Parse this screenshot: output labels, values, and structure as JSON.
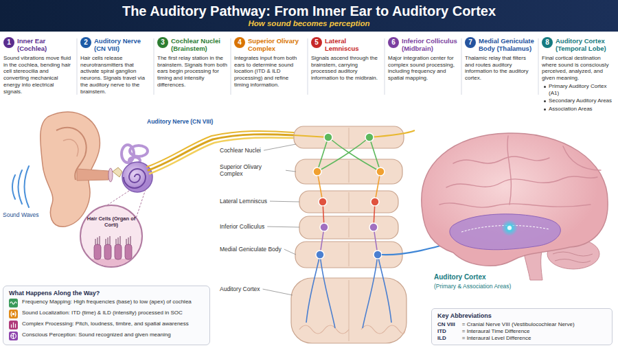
{
  "diagram": {
    "title": "The Auditory Pathway: From Inner Ear to Auditory Cortex",
    "nodes": [
      {
        "text": [
          "1",
          "Inner Ear (Cochlea)",
          "Sound vibrations move fluid in the cochlea, bending hair cell stereocilia and converting mechanical energy into electrical signals."
        ]
      },
      {
        "text": [
          "2",
          "Auditory Nerve (CN VIII)",
          "Hair cells release neurotransmitters that activate spiral ganglion neurons. Signals travel via the auditory nerve to the brainstem."
        ]
      },
      {
        "text": [
          "3",
          "Cochlear Nuclei (Brainstem)",
          "The first relay station in the brainstem. Signals from both ears begin processing for timing and intensity differences."
        ]
      },
      {
        "text": [
          "4",
          "Superior Olivary Complex",
          "Integrates input from both ears to determine sound location (ITD & ILD processing) and refine timing information."
        ]
      },
      {
        "text": [
          "5",
          "Lateral Lemniscus",
          "Signals ascend through the brainstem, carrying processed auditory information to the midbrain."
        ]
      },
      {
        "text": [
          "6",
          "Inferior Colliculus (Midbrain)",
          "Major integration center for complex sound processing, including frequency and spatial mapping."
        ]
      },
      {
        "text": [
          "7",
          "Medial Geniculate Body (Thalamus)",
          "Thalamic relay that filters and routes auditory information to the auditory cortex."
        ]
      },
      {
        "text": [
          "8",
          "Auditory Cortex (Temporal Lobe)",
          "Final cortical destination where sound is consciously perceived, analyzed, and given meaning.",
          "Primary Auditory Cortex (A1)",
          "Secondary Auditory Areas",
          "Association Areas"
        ]
      },
      {
        "text": [
          "Key Abbreviations",
          "CN VIII",
          "= Cranial Nerve VIII (Vestibulocochlear Nerve)",
          "ITD",
          "= Interaural Time Difference",
          "ILD",
          "= Interaural Level Difference"
        ]
      }
    ],
    "labels": [
      "How sound becomes perception",
      "Sound Waves",
      "Auditory Nerve (CN VIII)",
      "Hair Cells (Organ of Corti)",
      "Cochlear Nuclei",
      "Superior Olivary Complex",
      "Lateral Lemniscus",
      "Inferior Colliculus",
      "Medial Geniculate Body",
      "Auditory Cortex",
      "Auditory Cortex",
      "(Primary & Association Areas)",
      "What Happens Along the Way?"
    ],
    "legend": [
      {
        "text": "Frequency Mapping: High frequencies (base) to low (apex) of cochlea"
      },
      {
        "text": "Sound Localization: ITD (time) & ILD (intensity) processed in SOC"
      },
      {
        "text": "Complex Processing: Pitch, loudness, timbre, and spatial awareness"
      },
      {
        "text": "Conscious Perception: Sound recognized and given meaning"
      }
    ]
  }
}
